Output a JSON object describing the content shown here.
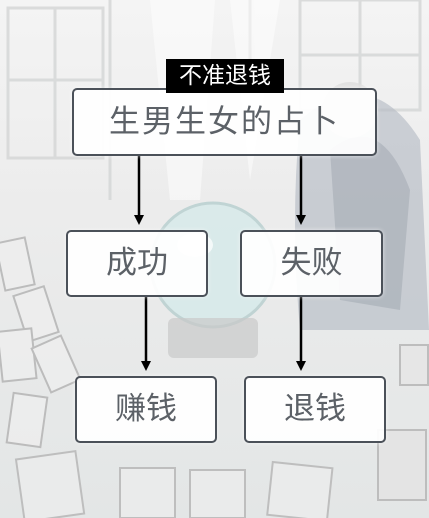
{
  "tag": {
    "label": "不准退钱"
  },
  "flowchart": {
    "root": "生男生女的占卜",
    "branches": [
      {
        "label": "成功",
        "outcome": "赚钱"
      },
      {
        "label": "失败",
        "outcome": "退钱"
      }
    ]
  }
}
